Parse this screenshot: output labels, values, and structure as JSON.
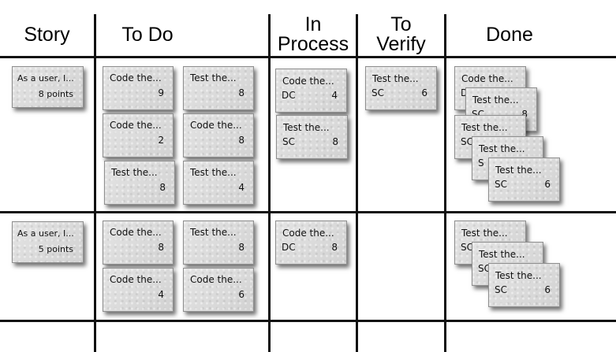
{
  "columns": [
    "Story",
    "To Do",
    "In\nProcess",
    "To\nVerify",
    "Done"
  ],
  "rows": [
    {
      "story": {
        "title": "As a user, I...",
        "points": "8 points"
      },
      "todo": [
        {
          "title": "Code the...",
          "who": "",
          "estimate": "9"
        },
        {
          "title": "Test the...",
          "who": "",
          "estimate": "8"
        },
        {
          "title": "Code the...",
          "who": "",
          "estimate": "2"
        },
        {
          "title": "Code the...",
          "who": "",
          "estimate": "8"
        },
        {
          "title": "Test the...",
          "who": "",
          "estimate": "8"
        },
        {
          "title": "Test the...",
          "who": "",
          "estimate": "4"
        }
      ],
      "in_process": [
        {
          "title": "Code the...",
          "who": "DC",
          "estimate": "4"
        },
        {
          "title": "Test the...",
          "who": "SC",
          "estimate": "8"
        }
      ],
      "to_verify": [
        {
          "title": "Test the...",
          "who": "SC",
          "estimate": "6"
        }
      ],
      "done": [
        {
          "title": "Code the...",
          "who": "D",
          "estimate": ""
        },
        {
          "title": "Test the...",
          "who": "SC",
          "estimate": "8"
        },
        {
          "title": "Test the...",
          "who": "SC",
          "estimate": ""
        },
        {
          "title": "Test the...",
          "who": "S",
          "estimate": ""
        },
        {
          "title": "Test the...",
          "who": "SC",
          "estimate": "6"
        }
      ]
    },
    {
      "story": {
        "title": "As a user, I...",
        "points": "5 points"
      },
      "todo": [
        {
          "title": "Code the...",
          "who": "",
          "estimate": "8"
        },
        {
          "title": "Test the...",
          "who": "",
          "estimate": "8"
        },
        {
          "title": "Code the...",
          "who": "",
          "estimate": "4"
        },
        {
          "title": "Code the...",
          "who": "",
          "estimate": "6"
        }
      ],
      "in_process": [
        {
          "title": "Code the...",
          "who": "DC",
          "estimate": "8"
        }
      ],
      "to_verify": [],
      "done": [
        {
          "title": "Test the...",
          "who": "SC",
          "estimate": ""
        },
        {
          "title": "Test the...",
          "who": "SC",
          "estimate": ""
        },
        {
          "title": "Test the...",
          "who": "SC",
          "estimate": "6"
        }
      ]
    }
  ]
}
